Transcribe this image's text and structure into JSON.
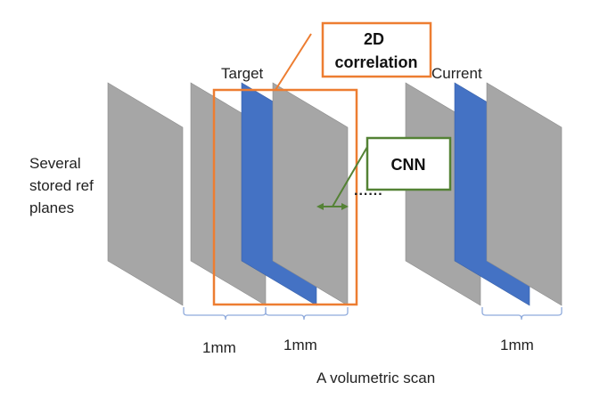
{
  "labels": {
    "left_caption_lines": [
      "Several",
      "stored ref",
      "planes"
    ],
    "target": "Target",
    "current": "Current",
    "ellipsis": "......",
    "spacing_1": "1mm",
    "spacing_2": "1mm",
    "spacing_3": "1mm",
    "bottom_caption": "A volumetric scan"
  },
  "boxes": {
    "correlation_lines": [
      "2D",
      "correlation"
    ],
    "cnn": "CNN"
  },
  "colors": {
    "plane_gray": "#a6a6a6",
    "plane_blue": "#4472c4",
    "plane_edge": "#7f7f7f",
    "orange": "#ed7d31",
    "green": "#548235",
    "brace_blue": "#8faadc"
  }
}
